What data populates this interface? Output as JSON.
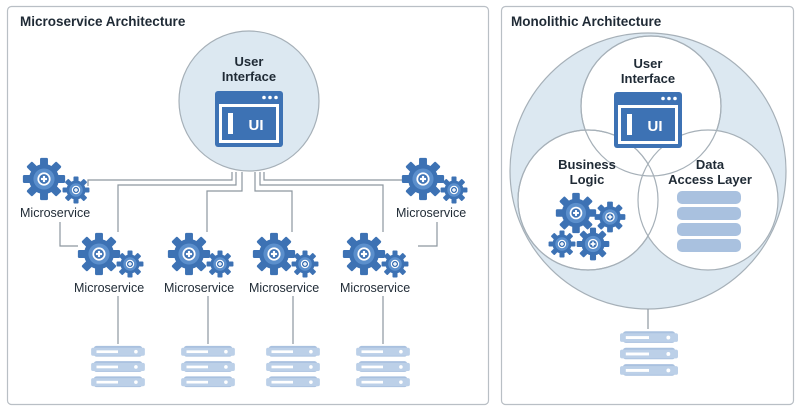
{
  "microservice_panel": {
    "title": "Microservice Architecture",
    "ui_label_line1": "User",
    "ui_label_line2": "Interface",
    "ui_window_text": "UI",
    "services": [
      {
        "label": "Microservice"
      },
      {
        "label": "Microservice"
      },
      {
        "label": "Microservice"
      },
      {
        "label": "Microservice"
      },
      {
        "label": "Microservice"
      },
      {
        "label": "Microservice"
      }
    ]
  },
  "monolithic_panel": {
    "title": "Monolithic Architecture",
    "ui_label_line1": "User",
    "ui_label_line2": "Interface",
    "ui_window_text": "UI",
    "business_logic_line1": "Business",
    "business_logic_line2": "Logic",
    "data_access_line1": "Data",
    "data_access_line2": "Access Layer"
  },
  "colors": {
    "accent_blue": "#3d72b4",
    "light_blue": "#d6e4ef",
    "circle_fill": "#dce8f1",
    "panel_border": "#b9bfc5",
    "connector": "#8d979f"
  }
}
